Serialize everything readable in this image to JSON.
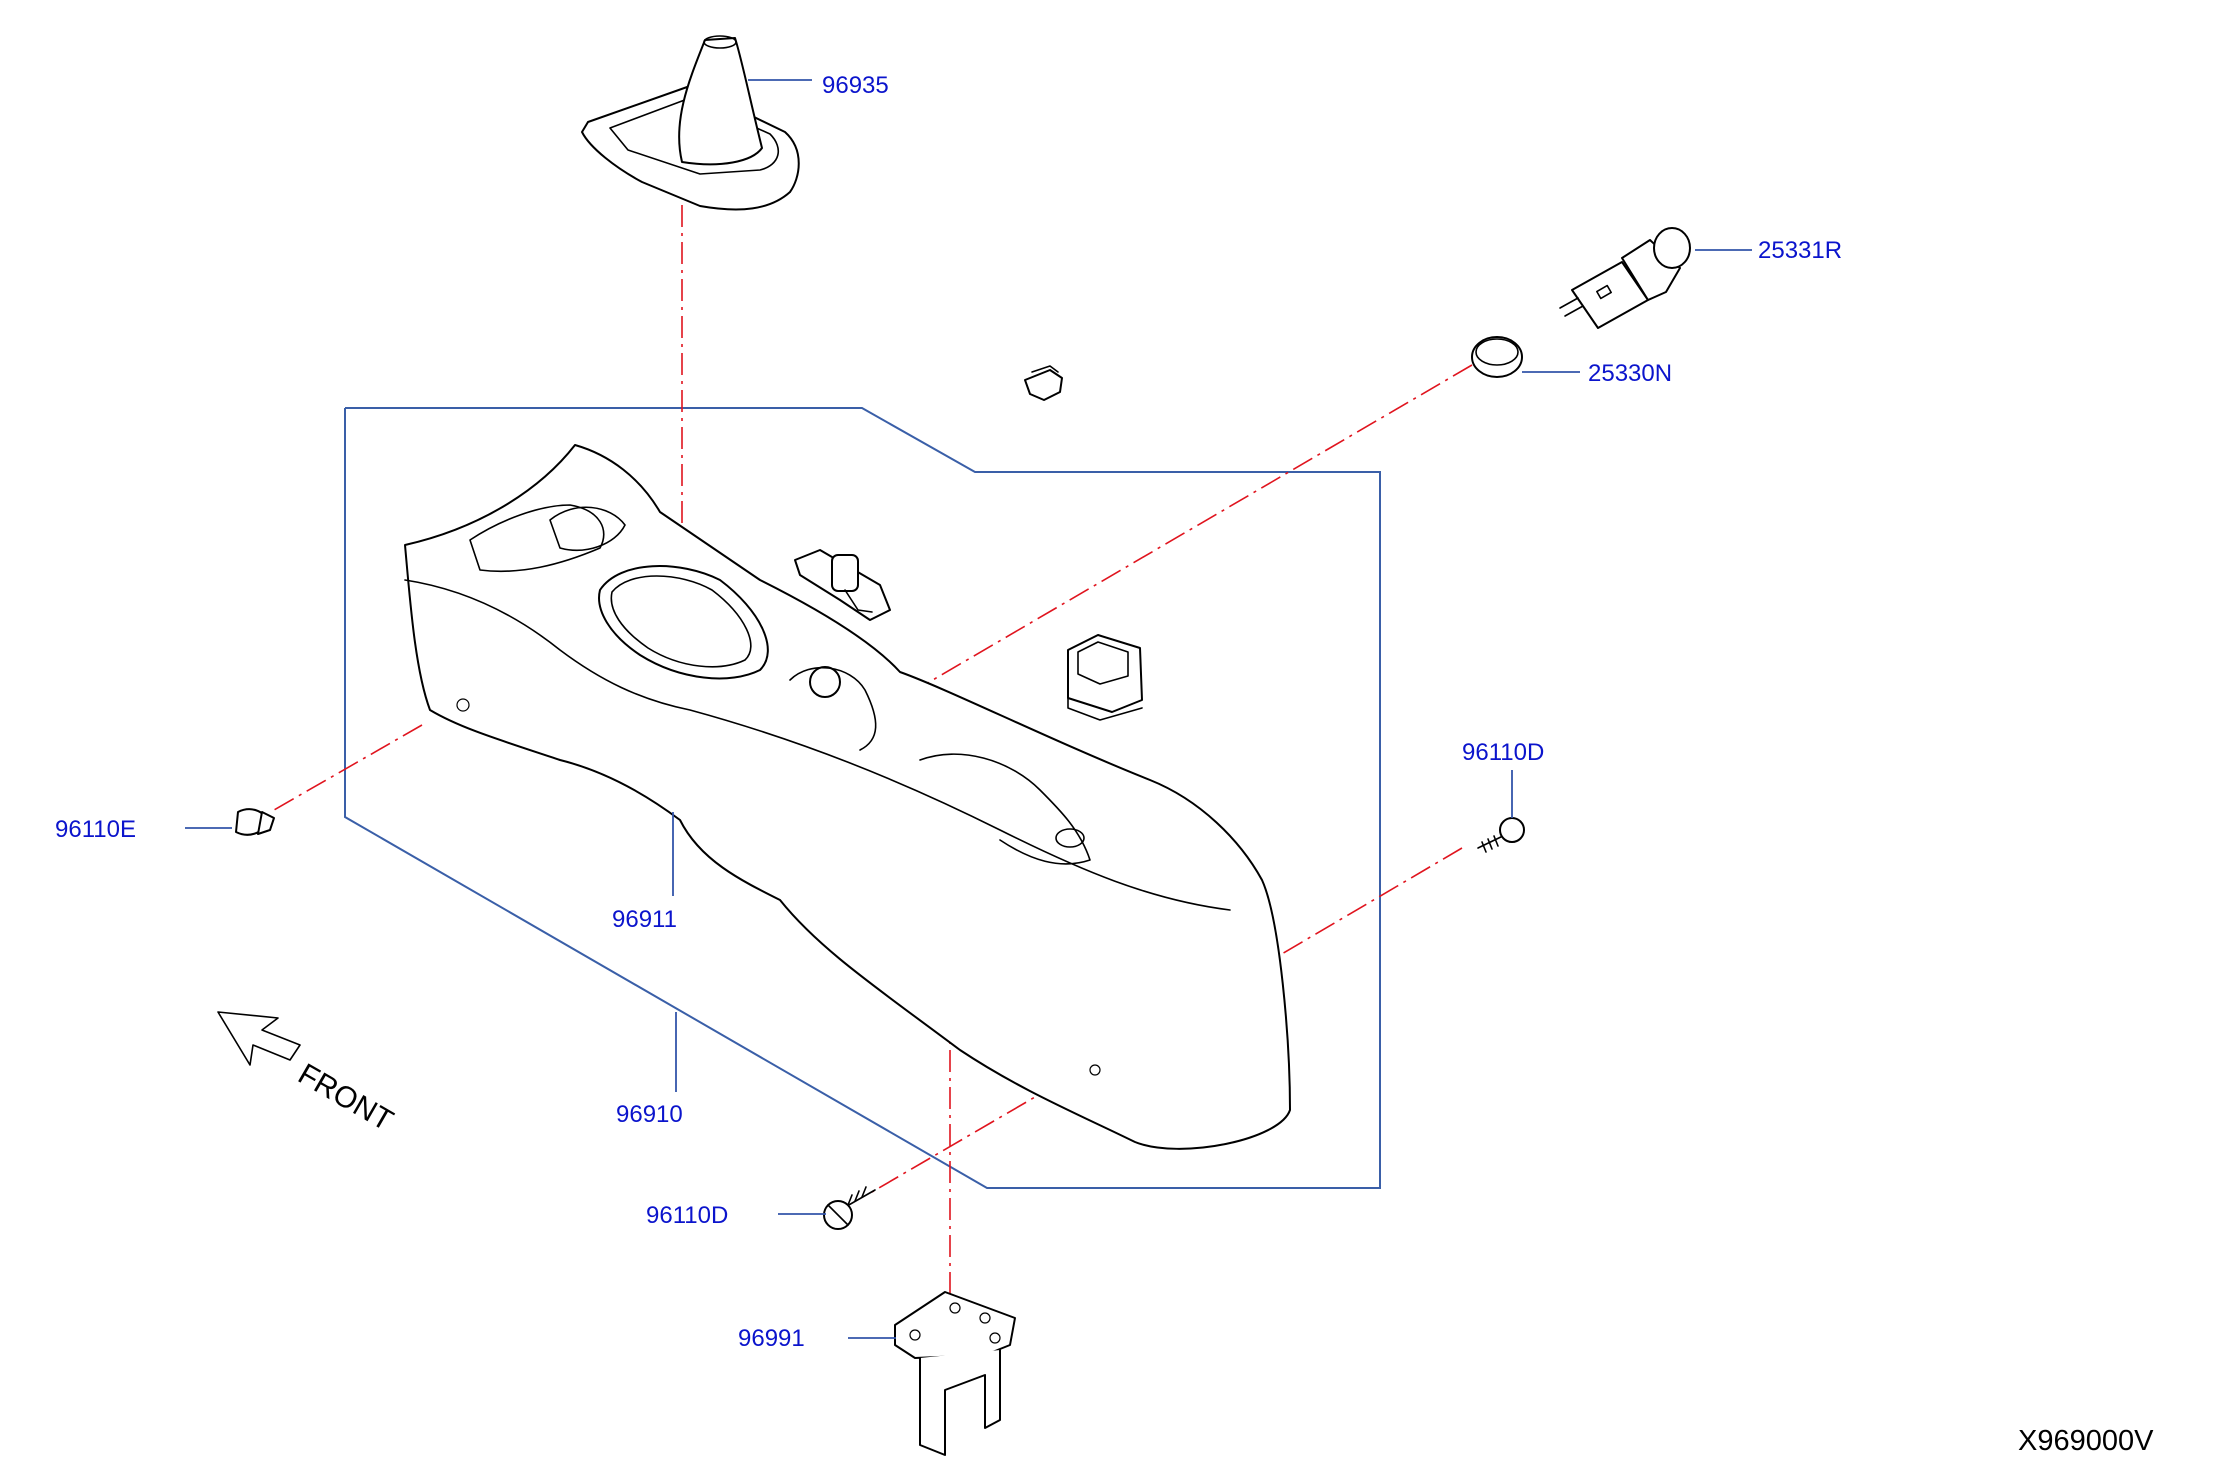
{
  "diagram": {
    "catalog_code": "X969000V",
    "front_label": "FRONT",
    "parts": {
      "shift_boot": "96935",
      "cigar_lighter": "25331R",
      "lighter_socket": "25330N",
      "screw_right": "96110D",
      "clip_left": "96110E",
      "console_inner": "96911",
      "console_assembly": "96910",
      "screw_bottom": "96110D",
      "bracket": "96991"
    }
  }
}
